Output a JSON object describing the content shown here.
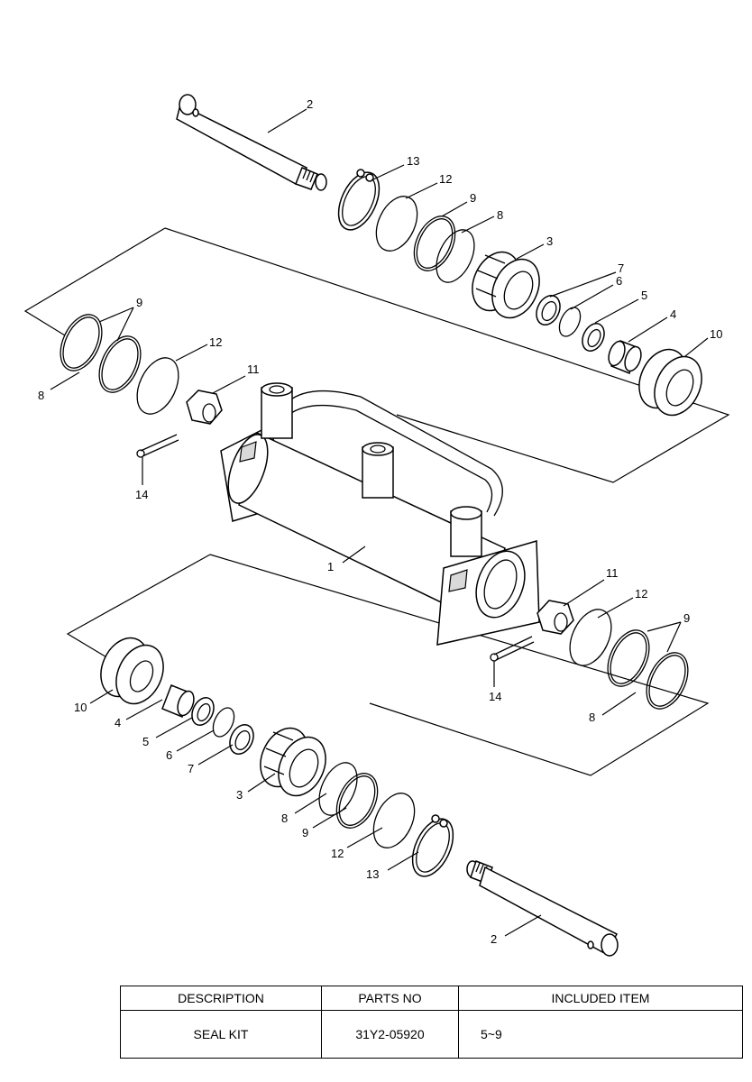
{
  "callouts": {
    "c1": "1",
    "c2_top": "2",
    "c2_bottom": "2",
    "c3_top": "3",
    "c3_bottom": "3",
    "c4_top": "4",
    "c4_bottom": "4",
    "c5_top": "5",
    "c5_bottom": "5",
    "c6_top": "6",
    "c6_bottom": "6",
    "c7_top": "7",
    "c7_bottom": "7",
    "c8_top": "8",
    "c8_left": "8",
    "c8_bottom": "8",
    "c8_right": "8",
    "c9_top": "9",
    "c9_left": "9",
    "c9_bottom": "9",
    "c9_right": "9",
    "c10_top": "10",
    "c10_bottom": "10",
    "c11_left": "11",
    "c11_right": "11",
    "c12_top": "12",
    "c12_left": "12",
    "c12_bottom": "12",
    "c12_right": "12",
    "c13_top": "13",
    "c13_bottom": "13",
    "c14_left": "14",
    "c14_right": "14"
  },
  "kit_table": {
    "headers": [
      "DESCRIPTION",
      "PARTS NO",
      "INCLUDED ITEM"
    ],
    "rows": [
      {
        "description": "SEAL KIT",
        "parts_no": "31Y2-05920",
        "included_item": "5~9"
      }
    ]
  }
}
